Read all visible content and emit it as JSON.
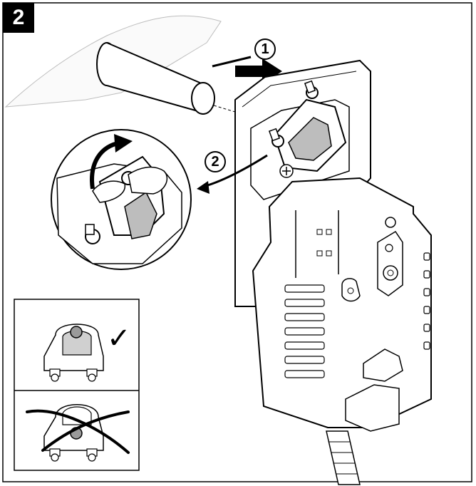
{
  "step": {
    "number": "2"
  },
  "callouts": [
    {
      "label": "1"
    },
    {
      "label": "2"
    }
  ],
  "checks": {
    "correct_symbol": "✓"
  },
  "colors": {
    "line": "#000000",
    "fill_light": "#ffffff",
    "fill_grey": "#e0e0e0",
    "fill_dark": "#9a9a9a"
  },
  "icons": {
    "step_badge": "number-badge",
    "actuator": "damper-actuator",
    "shaft": "damper-shaft",
    "zoom": "magnifier-detail",
    "correct": "checkmark-icon",
    "incorrect": "cross-out-icon"
  }
}
